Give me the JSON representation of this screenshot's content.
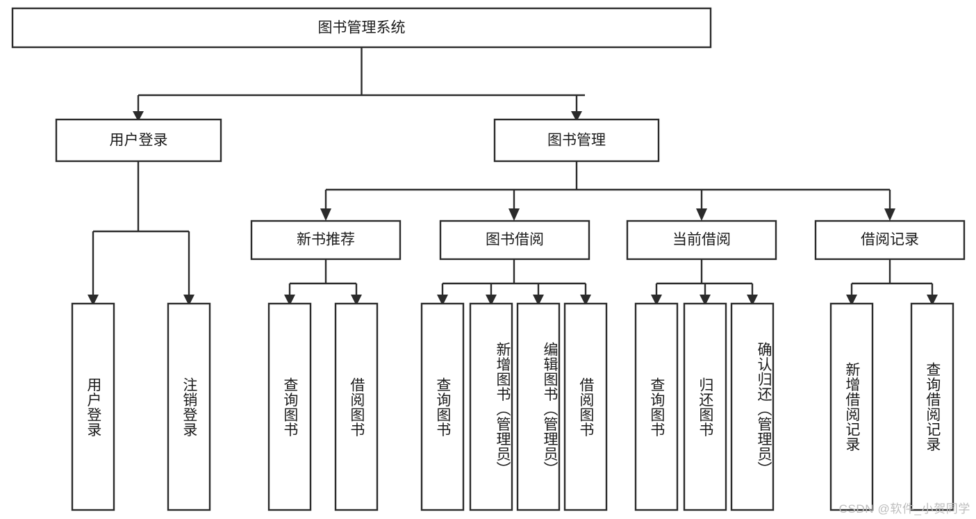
{
  "diagram": {
    "type": "tree-hierarchy",
    "title": "图书管理系统",
    "orientation": "top-down",
    "root": {
      "id": "root",
      "label": "图书管理系统",
      "text_orientation": "horizontal"
    },
    "level1": [
      {
        "id": "user-login",
        "label": "用户登录",
        "text_orientation": "horizontal"
      },
      {
        "id": "book-manage",
        "label": "图书管理",
        "text_orientation": "horizontal"
      }
    ],
    "level2": [
      {
        "id": "new-book-recommend",
        "label": "新书推荐",
        "parent": "book-manage",
        "text_orientation": "horizontal"
      },
      {
        "id": "book-borrow",
        "label": "图书借阅",
        "parent": "book-manage",
        "text_orientation": "horizontal"
      },
      {
        "id": "current-borrow",
        "label": "当前借阅",
        "parent": "book-manage",
        "text_orientation": "horizontal"
      },
      {
        "id": "borrow-record",
        "label": "借阅记录",
        "parent": "book-manage",
        "text_orientation": "horizontal"
      }
    ],
    "leaves": [
      {
        "id": "leaf-user-login",
        "label": "用户登录",
        "parent": "user-login",
        "text_orientation": "vertical"
      },
      {
        "id": "leaf-logout",
        "label": "注销登录",
        "parent": "user-login",
        "text_orientation": "vertical"
      },
      {
        "id": "leaf-query-book-1",
        "label": "查询图书",
        "parent": "new-book-recommend",
        "text_orientation": "vertical"
      },
      {
        "id": "leaf-borrow-book-1",
        "label": "借阅图书",
        "parent": "new-book-recommend",
        "text_orientation": "vertical"
      },
      {
        "id": "leaf-query-book-2",
        "label": "查询图书",
        "parent": "book-borrow",
        "text_orientation": "vertical"
      },
      {
        "id": "leaf-add-book",
        "label": "新增图书（管理员）",
        "parent": "book-borrow",
        "text_orientation": "vertical"
      },
      {
        "id": "leaf-edit-book",
        "label": "编辑图书（管理员）",
        "parent": "book-borrow",
        "text_orientation": "vertical"
      },
      {
        "id": "leaf-borrow-book-2",
        "label": "借阅图书",
        "parent": "book-borrow",
        "text_orientation": "vertical"
      },
      {
        "id": "leaf-query-book-3",
        "label": "查询图书",
        "parent": "current-borrow",
        "text_orientation": "vertical"
      },
      {
        "id": "leaf-return-book",
        "label": "归还图书",
        "parent": "current-borrow",
        "text_orientation": "vertical"
      },
      {
        "id": "leaf-confirm-return",
        "label": "确认归还（管理员）",
        "parent": "current-borrow",
        "text_orientation": "vertical"
      },
      {
        "id": "leaf-add-record",
        "label": "新增借阅记录",
        "parent": "borrow-record",
        "text_orientation": "vertical"
      },
      {
        "id": "leaf-query-record",
        "label": "查询借阅记录",
        "parent": "borrow-record",
        "text_orientation": "vertical"
      }
    ],
    "colors": {
      "box_fill": "#ffffff",
      "box_stroke": "#2b2b2b",
      "connector": "#2b2b2b",
      "text": "#1a1a1a",
      "background": "#ffffff",
      "watermark": "#bdbdbd"
    }
  },
  "watermark": {
    "text": "CSDN @软件_小贺同学"
  }
}
